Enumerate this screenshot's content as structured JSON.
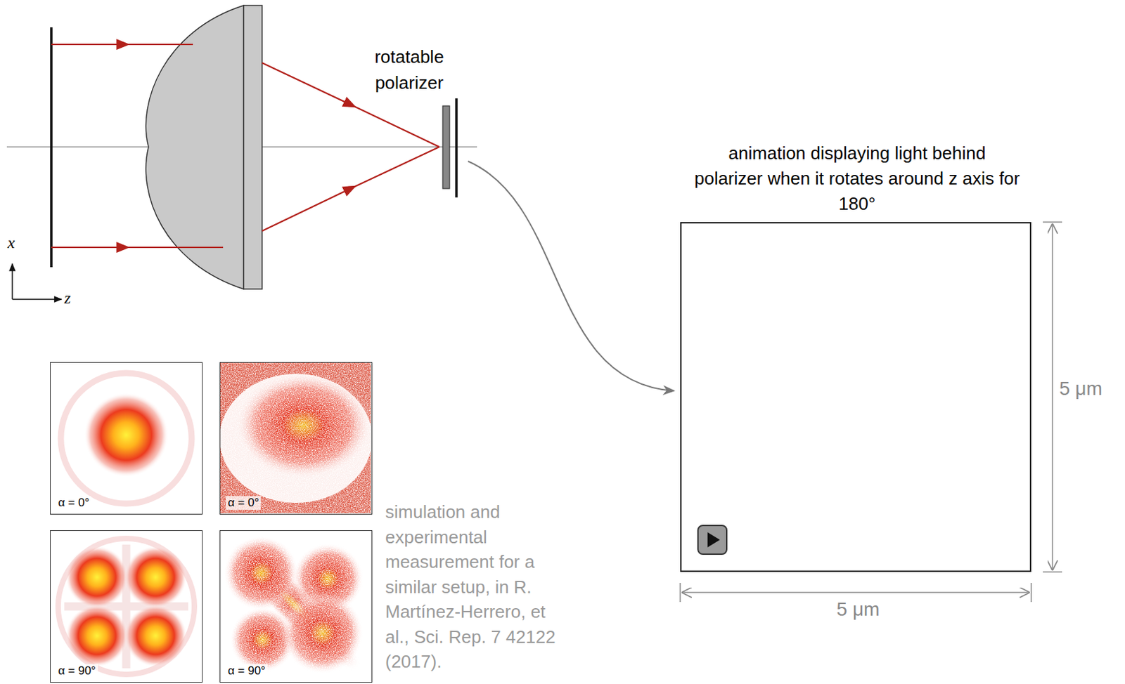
{
  "diagram": {
    "nodes": [
      {
        "text": [
          "animation displaying light behind polarizer when it rotates around z axis for 180°"
        ]
      },
      {
        "text": [
          "α = 0°"
        ]
      },
      {
        "text": [
          "α = 0°"
        ]
      },
      {
        "text": [
          "α = 90°"
        ]
      },
      {
        "text": [
          "α = 90°"
        ]
      }
    ],
    "labels": [
      "rotatable polarizer",
      "x",
      "z",
      "simulation and experimental measurement for a similar setup, in R. Martínez-Herrero, et al., Sci. Rep. 7 42122 (2017).",
      "5 μm",
      "5 μm"
    ]
  }
}
